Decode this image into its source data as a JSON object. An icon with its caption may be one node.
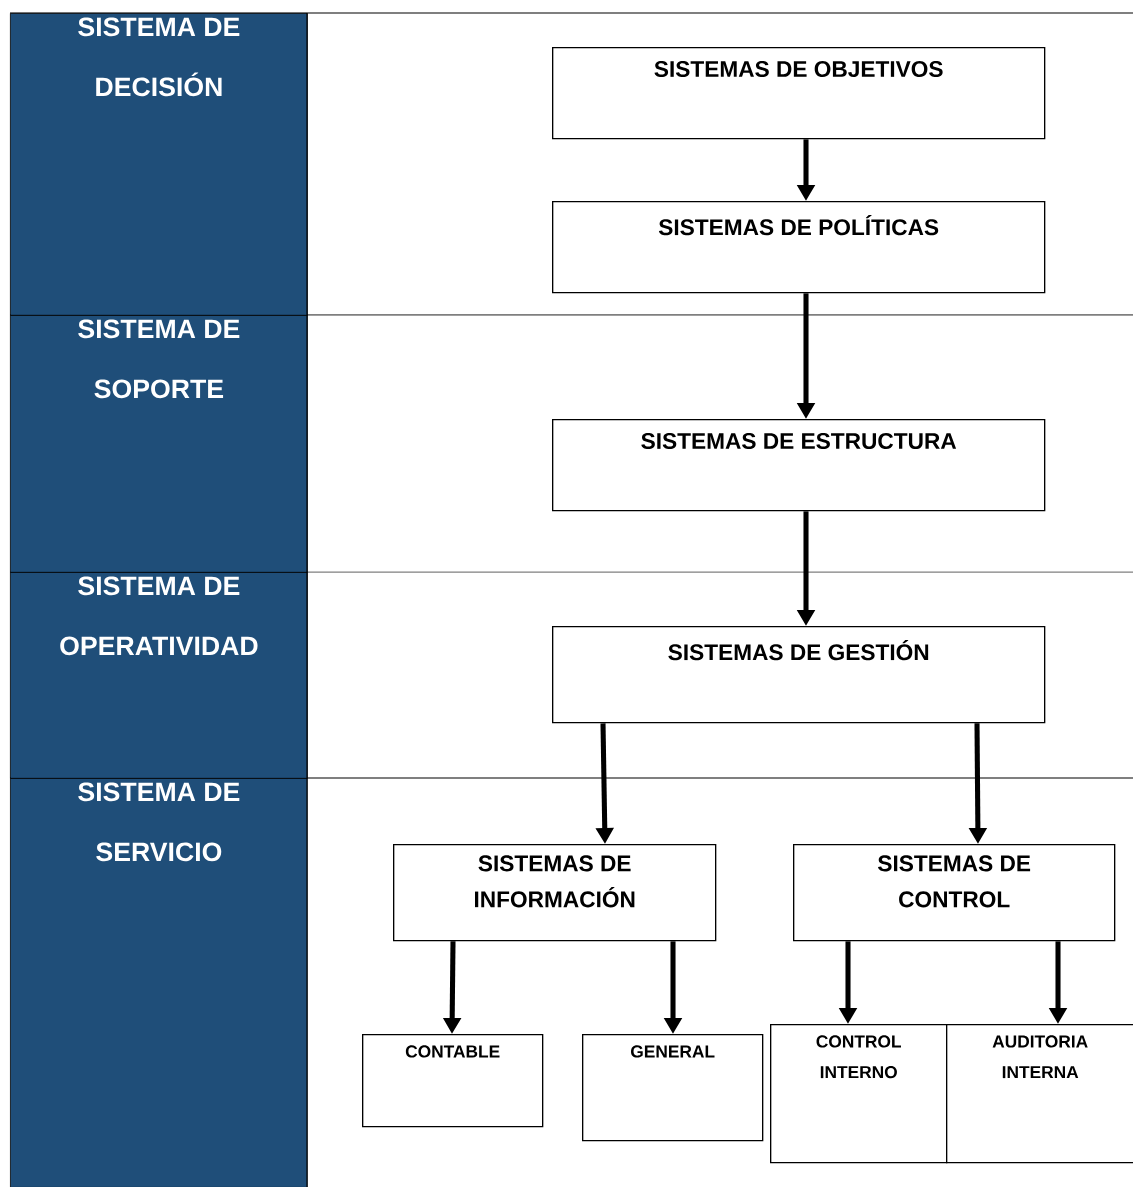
{
  "diagram": {
    "nodes": [
      {
        "text": [
          "SISTEMA DE DECISIÓN"
        ]
      },
      {
        "text": [
          "SISTEMA DE SOPORTE"
        ]
      },
      {
        "text": [
          "SISTEMA DE OPERATIVIDAD"
        ]
      },
      {
        "text": [
          "SISTEMA DE SERVICIO"
        ]
      },
      {
        "text": [
          "SISTEMAS DE OBJETIVOS"
        ]
      },
      {
        "text": [
          "SISTEMAS DE POLÍTICAS"
        ]
      },
      {
        "text": [
          "SISTEMAS DE ESTRUCTURA"
        ]
      },
      {
        "text": [
          "SISTEMAS DE GESTIÓN"
        ]
      },
      {
        "text": [
          "SISTEMAS DE INFORMACIÓN"
        ]
      },
      {
        "text": [
          "SISTEMAS DE CONTROL"
        ]
      },
      {
        "text": [
          "CONTABLE"
        ]
      },
      {
        "text": [
          "GENERAL"
        ]
      },
      {
        "text": [
          "CONTROL INTERNO"
        ]
      },
      {
        "text": [
          "AUDITORIA INTERNA"
        ]
      }
    ],
    "edges": [
      {
        "from": 4,
        "to": 5,
        "arrow": "to"
      },
      {
        "from": 5,
        "to": 6,
        "arrow": "to"
      },
      {
        "from": 6,
        "to": 7,
        "arrow": "to"
      },
      {
        "from": 7,
        "to": 8,
        "arrow": "to"
      },
      {
        "from": 7,
        "to": 9,
        "arrow": "to"
      },
      {
        "from": 8,
        "to": 10,
        "arrow": "to"
      },
      {
        "from": 8,
        "to": 11,
        "arrow": "to"
      },
      {
        "from": 9,
        "to": 12,
        "arrow": "to"
      },
      {
        "from": 9,
        "to": 13,
        "arrow": "to"
      }
    ]
  }
}
